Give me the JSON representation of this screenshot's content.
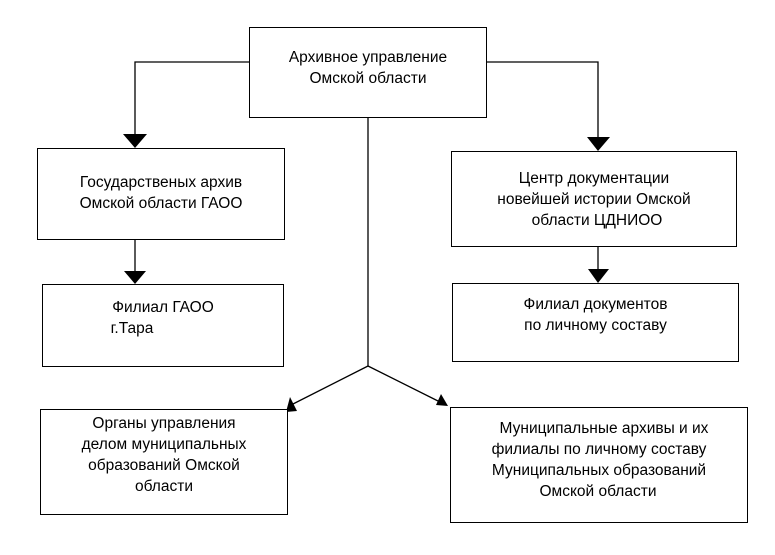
{
  "diagram": {
    "type": "org-chart",
    "colors": {
      "line": "#000000",
      "background": "#ffffff",
      "text": "#000000"
    },
    "nodes": {
      "top": {
        "lines": [
          "Архивное управление",
          "Омской области"
        ]
      },
      "gaoo": {
        "lines": [
          "Государственых архив",
          "Омской области ГАОО"
        ]
      },
      "tara": {
        "lines": [
          "Филиал ГАОО",
          "г.Тара"
        ]
      },
      "cdn": {
        "lines": [
          "Центр документации",
          "новейшей истории Омской",
          "области ЦДНИОО"
        ]
      },
      "fdoc": {
        "lines": [
          "Филиал документов",
          "по личному составу"
        ]
      },
      "org": {
        "lines": [
          "Органы управления",
          "делом муниципальных",
          "образований Омской",
          "области"
        ]
      },
      "mun": {
        "lines": [
          "Муниципальные архивы и их",
          "филиалы по личному составу",
          "Муниципальных образований",
          "Омской области"
        ]
      }
    },
    "edges": [
      {
        "from": "top",
        "to": "gaoo"
      },
      {
        "from": "top",
        "to": "cdn"
      },
      {
        "from": "gaoo",
        "to": "tara"
      },
      {
        "from": "cdn",
        "to": "fdoc"
      },
      {
        "from": "top",
        "to": "org"
      },
      {
        "from": "top",
        "to": "mun"
      }
    ]
  }
}
